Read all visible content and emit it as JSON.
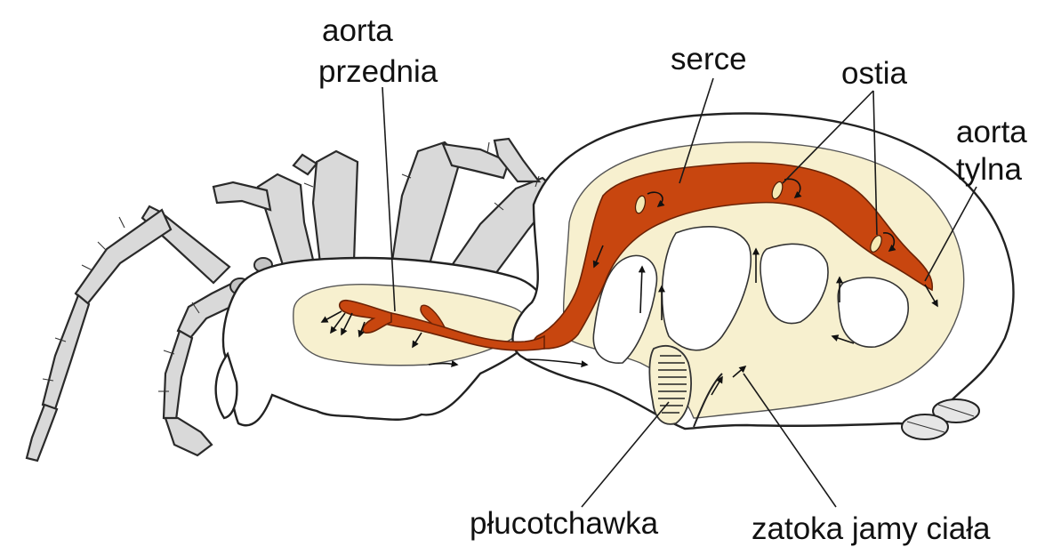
{
  "labels": {
    "aorta_przednia_line1": "aorta",
    "aorta_przednia_line2": "przednia",
    "serce": "serce",
    "ostia": "ostia",
    "aorta_tylna_line1": "aorta",
    "aorta_tylna_line2": "tylna",
    "plucotchawka": "płucotchawka",
    "zatoka": "zatoka jamy ciała"
  },
  "colors": {
    "heart": "#c8460f",
    "body_fluid": "#f7f0cf",
    "exoskeleton": "#ffffff",
    "legs": "#d9d9d9"
  }
}
